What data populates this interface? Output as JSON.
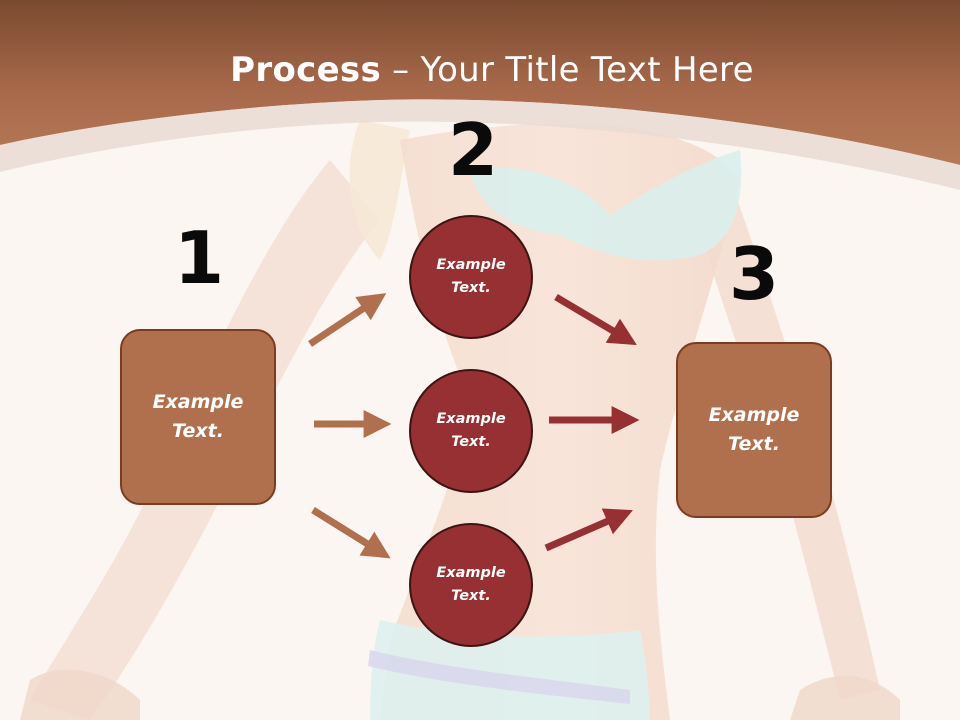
{
  "title": {
    "bold": "Process",
    "rest": " – Your Title Text Here"
  },
  "steps": {
    "one": "1",
    "two": "2",
    "three": "3"
  },
  "left_box": {
    "text": "Example Text."
  },
  "right_box": {
    "text": "Example Text."
  },
  "circles": [
    {
      "text": "Example Text."
    },
    {
      "text": "Example Text."
    },
    {
      "text": "Example Text."
    }
  ],
  "colors": {
    "header": "#a8694a",
    "box": "#b0704d",
    "circle": "#973032",
    "arrow_brown": "#b0704d",
    "arrow_red": "#973032"
  }
}
